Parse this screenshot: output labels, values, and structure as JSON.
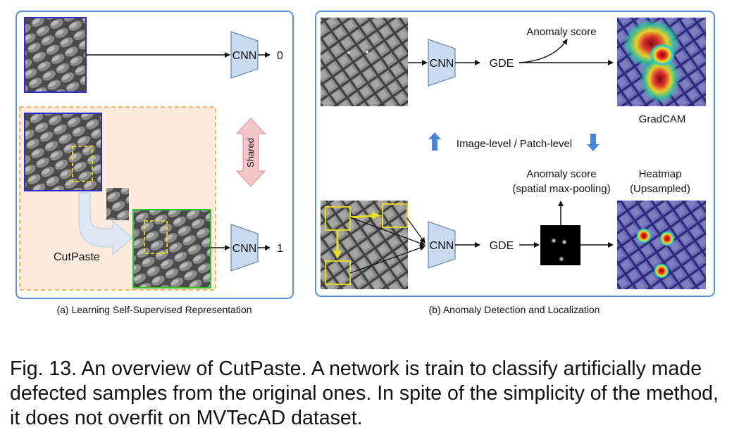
{
  "panel_a": {
    "top_output": "0",
    "bottom_output": "1",
    "cnn_label": "CNN",
    "shared_label": "Shared",
    "cutpaste_label": "CutPaste",
    "caption": "(a) Learning Self-Supervised Representation"
  },
  "panel_b": {
    "cnn_label": "CNN",
    "gde_label": "GDE",
    "anomaly_score_top": "Anomaly score",
    "gradcam_label": "GradCAM",
    "level_label": "Image-level / Patch-level",
    "anomaly_score_bottom_line1": "Anomaly score",
    "anomaly_score_bottom_line2": "(spatial max-pooling)",
    "heatmap_line1": "Heatmap",
    "heatmap_line2": "(Upsampled)",
    "caption": "(b) Anomaly Detection and Localization"
  },
  "figure_caption": "Fig. 13. An overview of CutPaste. A network is train to classify artificially made defected samples from the original ones. In spite of the simplicity of the method, it does not overfit on MVTecAD dataset.",
  "colors": {
    "panel_border": "#5b8fd6",
    "cnn_fill": "#c9daf0",
    "cutpaste_bg": "#fcebdc",
    "cutpaste_border": "#f0a030",
    "shared_fill": "#f5c6c8",
    "blue_frame": "#2b2bd0",
    "green_frame": "#33c033",
    "yellow": "#e8e020",
    "up_down_arrows": "#4a86d8"
  }
}
